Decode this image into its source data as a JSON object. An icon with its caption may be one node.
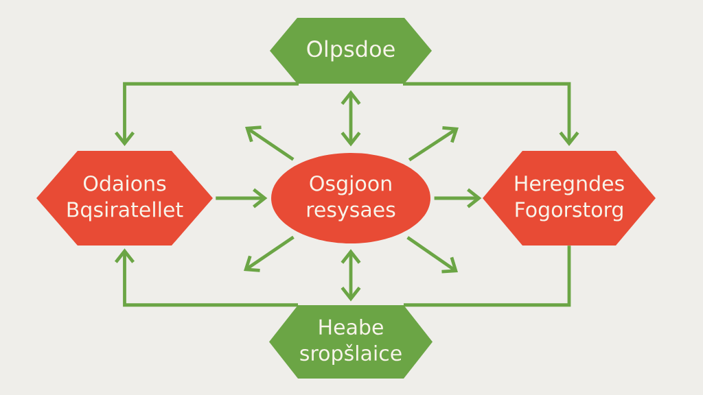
{
  "diagram": {
    "nodes": [
      {
        "text": [
          "Olpsdoe"
        ]
      },
      {
        "text": [
          "Odaions Bqsiratellet"
        ]
      },
      {
        "text": [
          "Osgjoon resysaes"
        ]
      },
      {
        "text": [
          "Heregndes Fogorstorg"
        ]
      },
      {
        "text": [
          "Heabe sropšlaice"
        ]
      }
    ],
    "edges": [
      {
        "from": 0,
        "to": 1,
        "arrow": "to"
      },
      {
        "from": 0,
        "to": 3,
        "arrow": "to"
      },
      {
        "from": 0,
        "to": 2,
        "arrow": "both"
      },
      {
        "from": 1,
        "to": 2,
        "arrow": "to"
      },
      {
        "from": 2,
        "to": 3,
        "arrow": "to"
      },
      {
        "from": 2,
        "to": null,
        "arrow": "to"
      },
      {
        "from": 2,
        "to": null,
        "arrow": "to"
      },
      {
        "from": 2,
        "to": null,
        "arrow": "to"
      },
      {
        "from": 2,
        "to": null,
        "arrow": "to"
      },
      {
        "from": 2,
        "to": 4,
        "arrow": "both"
      },
      {
        "from": 4,
        "to": 1,
        "arrow": "to"
      },
      {
        "from": 4,
        "to": 3,
        "arrow": "none"
      }
    ]
  }
}
